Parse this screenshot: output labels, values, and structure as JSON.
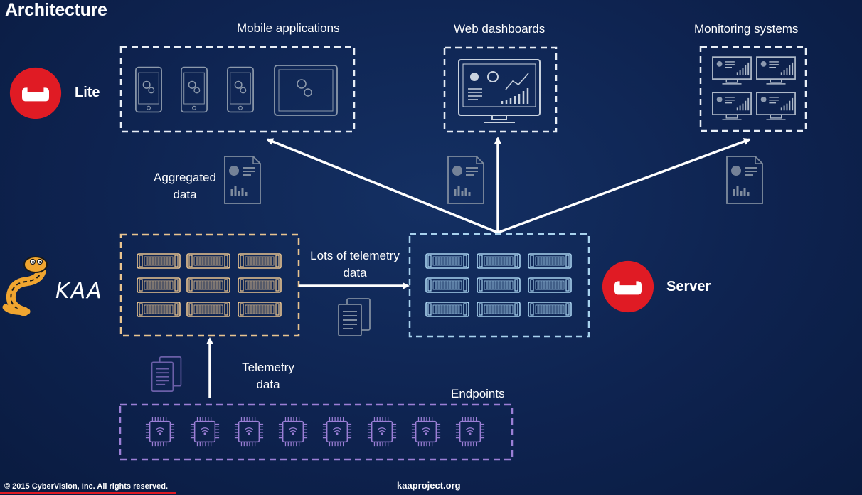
{
  "slide": {
    "title": "Architecture",
    "footer_copyright": "© 2015 CyberVision, Inc. All rights reserved.",
    "footer_site": "kaaproject.org"
  },
  "labels": {
    "mobile_apps": "Mobile applications",
    "web_dashboards": "Web dashboards",
    "monitoring": "Monitoring systems",
    "lite": "Lite",
    "server": "Server",
    "aggregated_line1": "Aggregated",
    "aggregated_line2": "data",
    "lots_line1": "Lots of telemetry",
    "lots_line2": "data",
    "telemetry_line1": "Telemetry",
    "telemetry_line2": "data",
    "endpoints": "Endpoints",
    "kaa_logo": "KAA"
  },
  "colors": {
    "background": "#0e2350",
    "white_dashed": "#e8eef6",
    "kaa_cluster": "#e9c48f",
    "server_cluster": "#a8d2ee",
    "endpoints": "#9b7fd6",
    "couchbase_red": "#e01b24",
    "icon_grey": "#7f8c9e"
  },
  "icons": {
    "couchbase_logo": "couchbase-logo-icon",
    "kaa_logo": "kaa-snake-logo-icon",
    "server_rack": "server-rack-icon",
    "chip": "microchip-icon",
    "document": "report-document-icon",
    "phone": "smartphone-icon",
    "tablet": "tablet-icon",
    "monitor": "monitor-dashboard-icon"
  },
  "counts": {
    "kaa_racks": 9,
    "server_racks": 9,
    "endpoint_chips": 8,
    "phones": 3,
    "monitoring_screens": 4
  }
}
